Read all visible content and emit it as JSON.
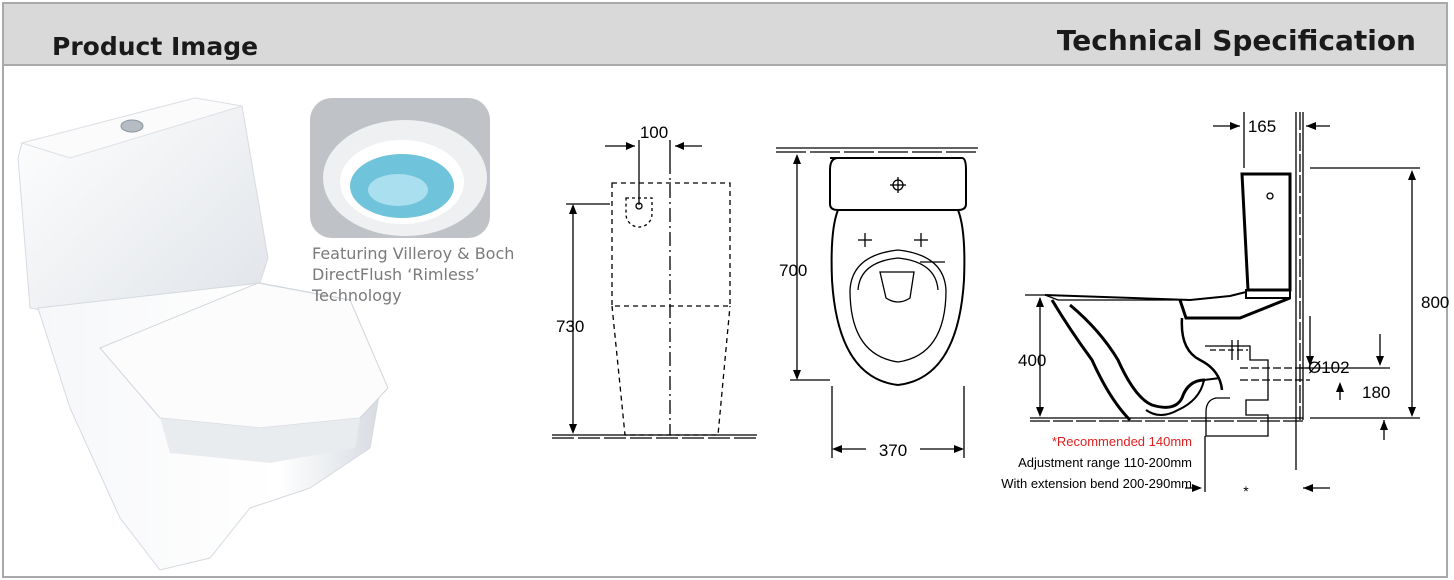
{
  "header": {
    "left_title": "Product Image",
    "right_title": "Technical Specification"
  },
  "caption": {
    "line1": "Featuring Villeroy & Boch",
    "line2": "DirectFlush ‘Rimless’",
    "line3": "Technology"
  },
  "front_view": {
    "dim_top": "100",
    "dim_height": "730"
  },
  "top_view": {
    "dim_depth": "700",
    "dim_width": "370"
  },
  "side_view": {
    "dim_top": "165",
    "dim_height": "800",
    "dim_seat": "400",
    "dim_pipe": "Ø102",
    "dim_outlet": "180",
    "asterisk": "*",
    "note_red": "*Recommended 140mm",
    "note_range": "Adjustment range 110-200mm",
    "note_extension": "With extension bend 200-290mm"
  },
  "colors": {
    "header_bg": "#d9d9d9",
    "border": "#a9a9a9",
    "note_red": "#e02020"
  }
}
